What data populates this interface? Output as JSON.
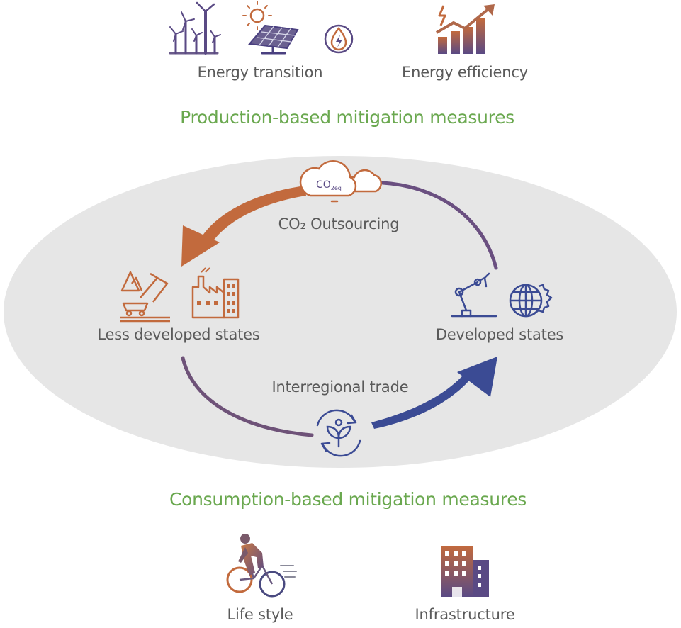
{
  "colors": {
    "green": "#6aa84f",
    "orange": "#c26a3d",
    "purple": "#6a4f80",
    "navy": "#3b4b94",
    "text": "#5a5a5a",
    "ellipse": "#e6e6e6"
  },
  "production": {
    "heading": "Production-based mitigation measures",
    "energy_transition": "Energy transition",
    "energy_efficiency": "Energy efficiency"
  },
  "cycle": {
    "outsourcing_label": "CO₂ Outsourcing",
    "cloud_text": "CO",
    "cloud_sub": "2eq",
    "less_developed": "Less developed states",
    "developed": "Developed states",
    "trade_label": "Interregional trade"
  },
  "consumption": {
    "heading": "Consumption-based mitigation measures",
    "life_style": "Life style",
    "infrastructure": "Infrastructure"
  },
  "icons": [
    "wind-turbines-icon",
    "solar-panel-icon",
    "energy-drop-icon",
    "efficiency-chart-icon",
    "co2-cloud-icon",
    "mining-icon",
    "factory-icon",
    "robot-arm-icon",
    "globe-gear-icon",
    "recycle-leaf-icon",
    "cyclist-icon",
    "building-icon"
  ]
}
